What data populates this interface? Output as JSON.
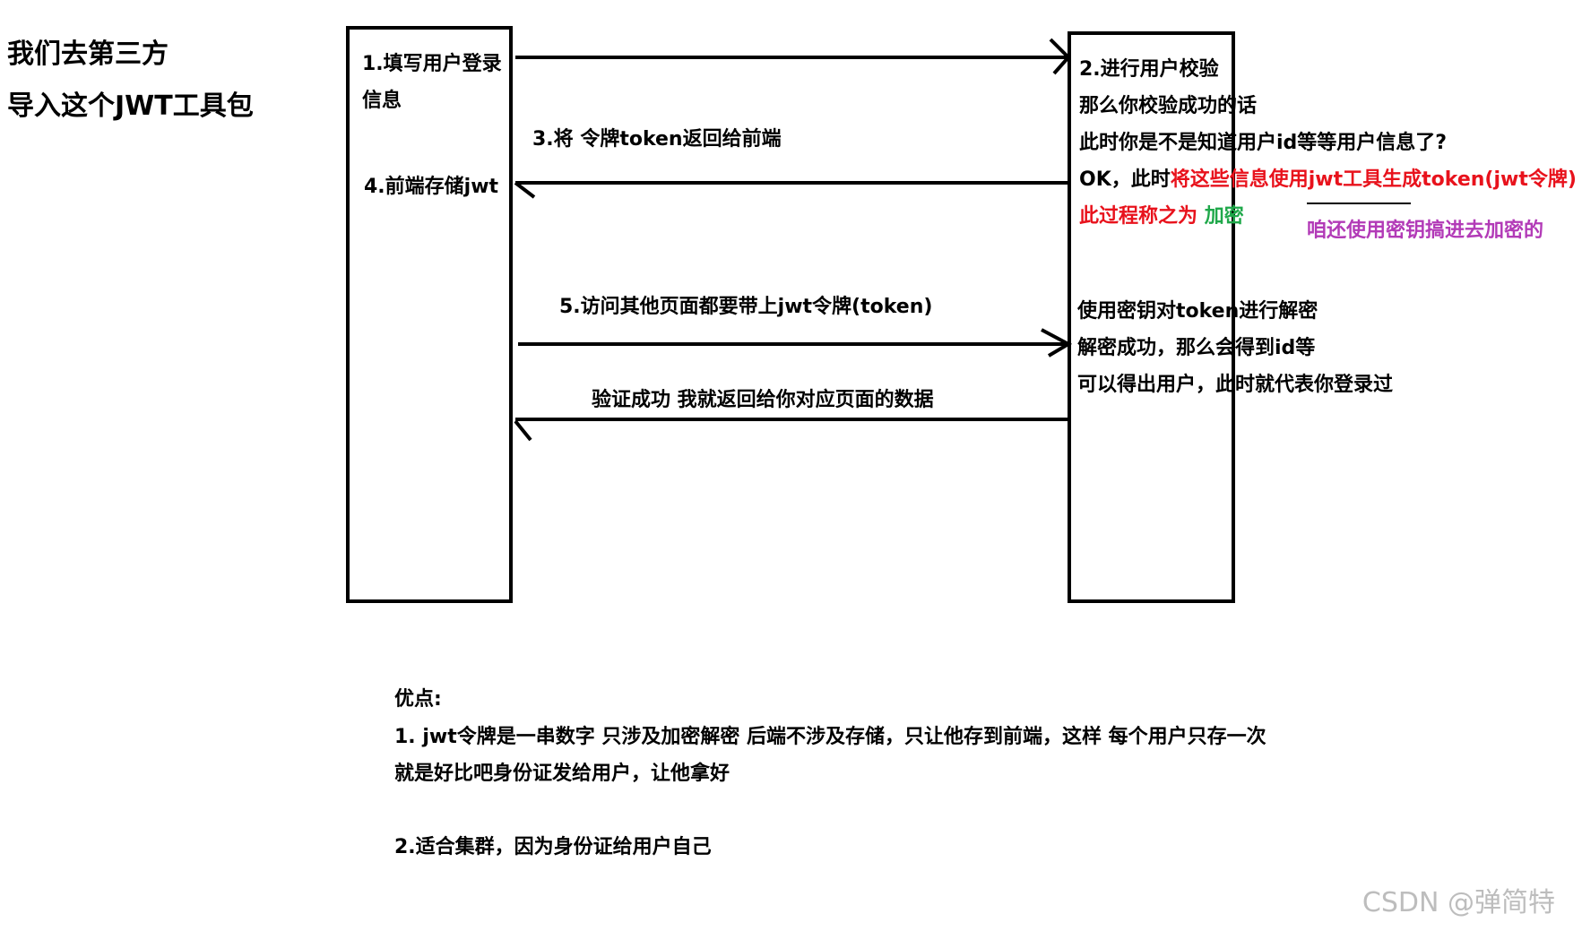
{
  "heading": {
    "line1": "我们去第三方",
    "line2": "导入这个JWT工具包"
  },
  "client_box": {
    "step1_line1": "1.填写用户登录",
    "step1_line2": "信息",
    "step4": "4.前端存储jwt"
  },
  "arrows": {
    "step3": "3.将 令牌token返回给前端",
    "step5": "5.访问其他页面都要带上jwt令牌(token)",
    "response": "验证成功 我就返回给你对应页面的数据"
  },
  "server_box": {
    "step2": "2.进行用户校验",
    "line2": "那么你校验成功的话",
    "line3": "此时你是不是知道用户id等等用户信息了?",
    "line4_black": "OK，此时",
    "line4_red": "将这些信息使用jwt工具生成token(jwt令牌)",
    "line5_red": "此过程称之为",
    "line5_green": "加密",
    "note_purple": "咱还使用密钥搞进去加密的",
    "decrypt_line1": "使用密钥对token进行解密",
    "decrypt_line2": "解密成功，那么会得到id等",
    "decrypt_line3": "可以得出用户，此时就代表你登录过"
  },
  "advantages": {
    "title": "优点:",
    "item1_line1": "1. jwt令牌是一串数字  只涉及加密解密 后端不涉及存储，只让他存到前端，这样 每个用户只存一次",
    "item1_line2": "就是好比吧身份证发给用户，让他拿好",
    "item2": "2.适合集群，因为身份证给用户自己"
  },
  "watermark": "CSDN @弹简特",
  "colors": {
    "red": "#e8121c",
    "green": "#1fa84a",
    "purple": "#b23ab7"
  }
}
